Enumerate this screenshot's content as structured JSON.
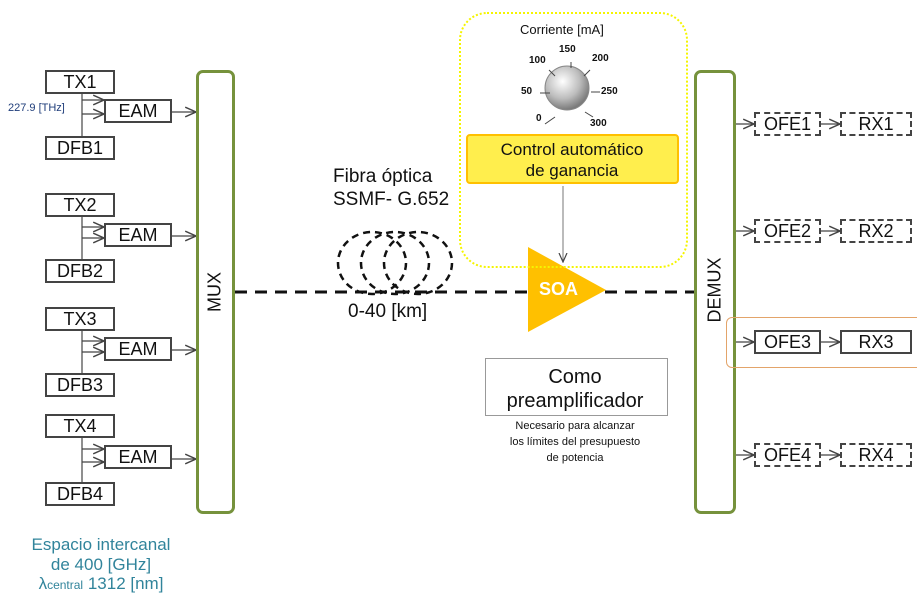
{
  "tx": [
    {
      "tx": "TX1",
      "eam": "EAM",
      "dfb": "DFB1"
    },
    {
      "tx": "TX2",
      "eam": "EAM",
      "dfb": "DFB2"
    },
    {
      "tx": "TX3",
      "eam": "EAM",
      "dfb": "DFB3"
    },
    {
      "tx": "TX4",
      "eam": "EAM",
      "dfb": "DFB4"
    }
  ],
  "freq_label": "227.9 [THz]",
  "mux": "MUX",
  "demux": "DEMUX",
  "rx": [
    {
      "ofe": "OFE1",
      "rx": "RX1"
    },
    {
      "ofe": "OFE2",
      "rx": "RX2"
    },
    {
      "ofe": "OFE3",
      "rx": "RX3"
    },
    {
      "ofe": "OFE4",
      "rx": "RX4"
    }
  ],
  "fiber": {
    "line1": "Fibra óptica",
    "line2": "SSMF- G.652",
    "range": "0-40 [km]"
  },
  "soa": "SOA",
  "knob": {
    "title": "Corriente [mA]",
    "ticks": [
      "0",
      "50",
      "100",
      "150",
      "200",
      "250",
      "300"
    ]
  },
  "agc": {
    "line1": "Control automático",
    "line2": "de ganancia"
  },
  "preamp": {
    "line1": "Como",
    "line2": "preamplificador",
    "note1": "Necesario para alcanzar",
    "note2": "los límites del presupuesto",
    "note3": "de potencia"
  },
  "spacing": {
    "line1": "Espacio intercanal",
    "line2": "de 400 [GHz]",
    "lambda": "λ",
    "central": "central",
    "value": "1312 [nm]"
  },
  "colors": {
    "green": "#76923c",
    "yellow": "#ffc000",
    "agc_fill": "#ffee4d",
    "dotted_yellow": "#f5f500",
    "teal": "#31849b",
    "orange": "#e3a46a"
  }
}
